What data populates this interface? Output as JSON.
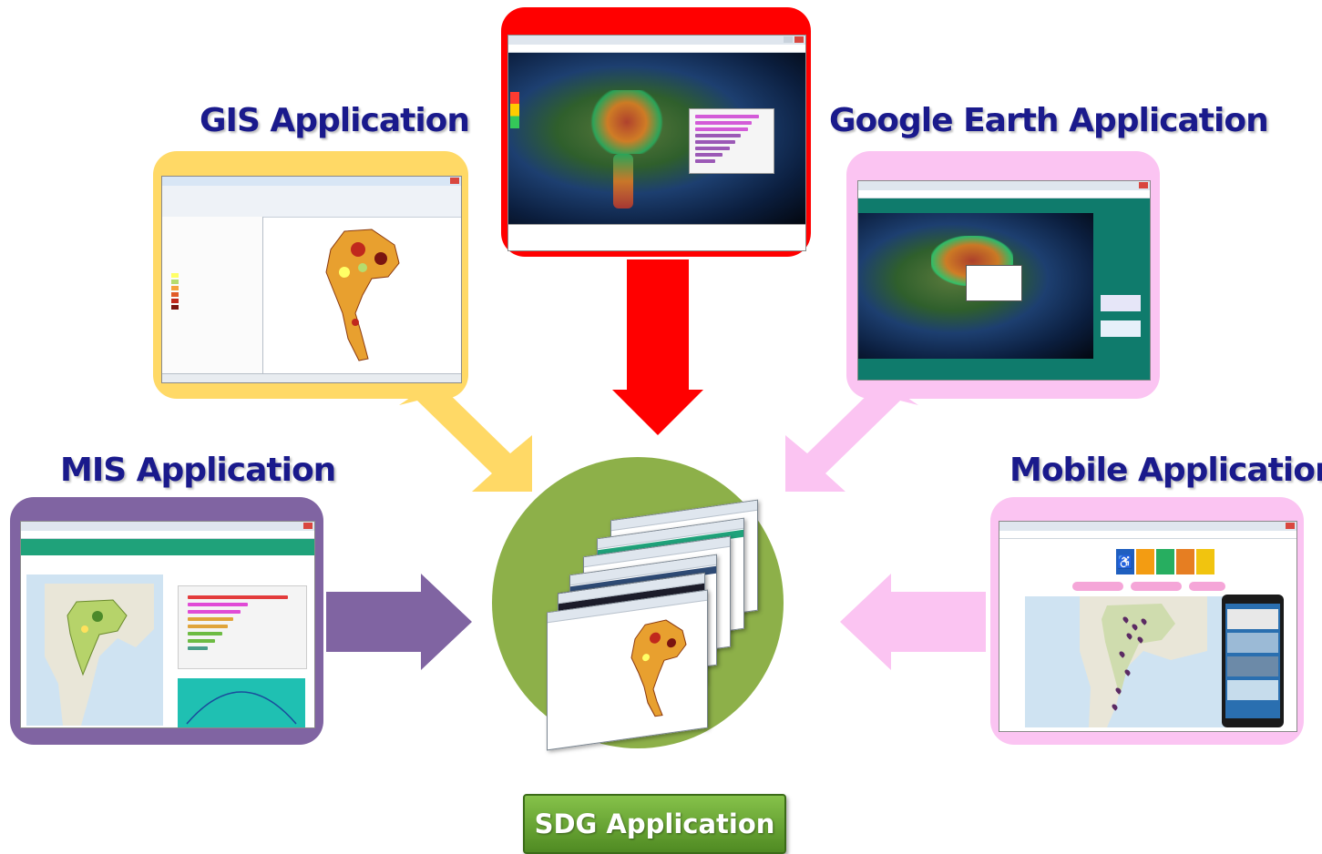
{
  "titles": {
    "gis": "GIS Application",
    "google_earth": "Google Earth Application",
    "mis": "MIS Application",
    "mobile": "Mobile Application",
    "sdg": "SDG Application"
  },
  "colors": {
    "title_text": "#1a1a8c",
    "gis_frame": "#ffd966",
    "gis_arrow": "#ffd966",
    "top_frame": "#ff0000",
    "top_arrow": "#ff0000",
    "google_earth_frame": "#fbc4f2",
    "google_earth_arrow": "#fbc4f2",
    "mis_frame": "#8064a2",
    "mis_arrow": "#8064a2",
    "mobile_frame": "#fbc4f2",
    "mobile_arrow": "#fbc4f2",
    "center_circle": "#8db049",
    "sdg_button": "#5fa02c"
  },
  "icons": {
    "arrow_down": "arrow-down-icon",
    "arrow_diagonal": "arrow-down-right-icon",
    "arrow_right": "arrow-right-icon",
    "arrow_left": "arrow-left-icon",
    "accessibility": "wheelchair-icon"
  }
}
